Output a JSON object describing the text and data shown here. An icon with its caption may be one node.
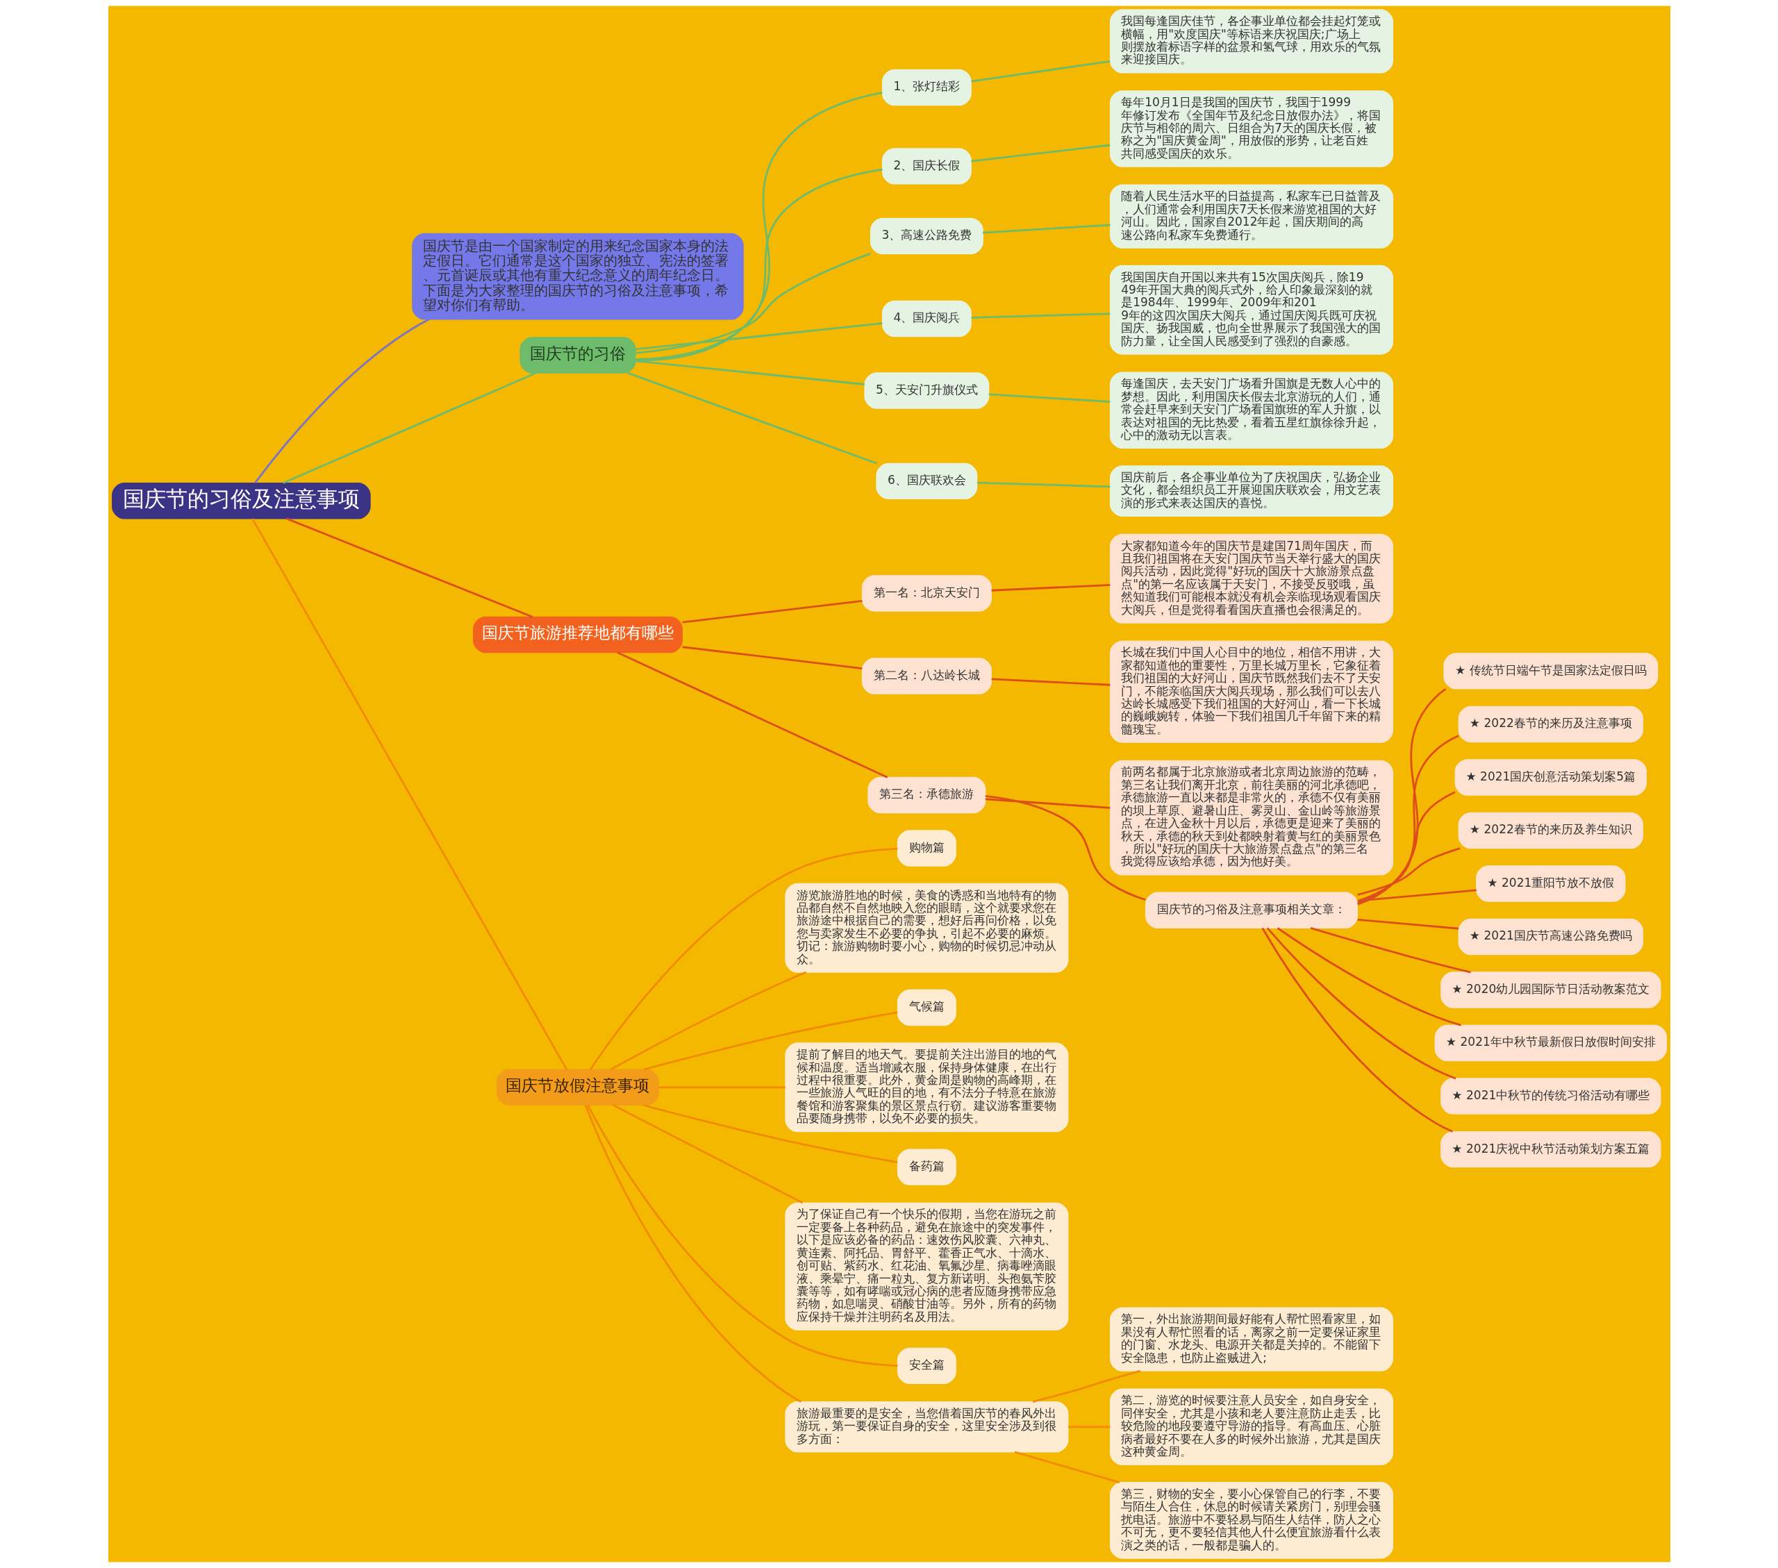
{
  "diagram": {
    "nodes": [
      {
        "text": [
          "国庆节的习俗及注意事项"
        ]
      },
      {
        "text": [
          "国庆节是由一个国家制定的用来纪念国家本身的法定假日。它们通常是这个国家的独立、宪法的签署、元首诞辰或其他有重大纪念意义的周年纪念日。下面是为大家整理的国庆节的习俗及注意事项，希望对你们有帮助。"
        ]
      },
      {
        "text": [
          "国庆节的习俗"
        ]
      },
      {
        "text": [
          "1、张灯结彩"
        ]
      },
      {
        "text": [
          "我国每逢国庆佳节，各企事业单位都会挂起灯笼或横幅，用\"欢度国庆\"等标语来庆祝国庆;广场上则摆放着标语字样的盆景和氢气球，用欢乐的气氛来迎接国庆。"
        ]
      },
      {
        "text": [
          "2、国庆长假"
        ]
      },
      {
        "text": [
          "每年10月1日是我国的国庆节，我国于1999年修订发布《全国年节及纪念日放假办法》，将国庆节与相邻的周六、日组合为7天的国庆长假，被称之为\"国庆黄金周\"，用放假的形势，让老百姓共同感受国庆的欢乐。"
        ]
      },
      {
        "text": [
          "3、高速公路免费"
        ]
      },
      {
        "text": [
          "随着人民生活水平的日益提高，私家车已日益普及，人们通常会利用国庆7天长假来游览祖国的大好河山。因此，国家自2012年起，国庆期间的高速公路向私家车免费通行。"
        ]
      },
      {
        "text": [
          "4、国庆阅兵"
        ]
      },
      {
        "text": [
          "我国国庆自开国以来共有15次国庆阅兵，除1949年开国大典的阅兵式外，给人印象最深刻的就是1984年、1999年、2009年和2019年的这四次国庆大阅兵，通过国庆阅兵既可庆祝国庆、扬我国威，也向全世界展示了我国强大的国防力量，让全国人民感受到了强烈的自豪感。"
        ]
      },
      {
        "text": [
          "5、天安门升旗仪式"
        ]
      },
      {
        "text": [
          "每逢国庆，去天安门广场看升国旗是无数人心中的梦想。因此，利用国庆长假去北京游玩的人们，通常会赶早来到天安门广场看国旗班的军人升旗，以表达对祖国的无比热爱，看着五星红旗徐徐升起，心中的激动无以言表。"
        ]
      },
      {
        "text": [
          "6、国庆联欢会"
        ]
      },
      {
        "text": [
          "国庆前后，各企事业单位为了庆祝国庆，弘扬企业文化，都会组织员工开展迎国庆联欢会，用文艺表演的形式来表达国庆的喜悦。"
        ]
      },
      {
        "text": [
          "国庆节旅游推荐地都有哪些"
        ]
      },
      {
        "text": [
          "第一名：北京天安门"
        ]
      },
      {
        "text": [
          "大家都知道今年的国庆节是建国71周年国庆，而且我们祖国将在天安门国庆节当天举行盛大的国庆阅兵活动，因此觉得\"好玩的国庆十大旅游景点盘点\"的第一名应该属于天安门，不接受反驳哦，虽然知道我们可能根本就没有机会亲临现场观看国庆大阅兵，但是觉得看看国庆直播也会很满足的。"
        ]
      },
      {
        "text": [
          "第二名：八达岭长城"
        ]
      },
      {
        "text": [
          "长城在我们中国人心目中的地位，相信不用讲，大家都知道他的重要性，万里长城万里长，它象征着我们祖国的大好河山，国庆节既然我们去不了天安门，不能亲临国庆大阅兵现场，那么我们可以去八达岭长城感受下我们祖国的大好河山，看一下长城的巍峨婉转，体验一下我们祖国几千年留下来的精髓瑰宝。"
        ]
      },
      {
        "text": [
          "第三名：承德旅游"
        ]
      },
      {
        "text": [
          "前两名都属于北京旅游或者北京周边旅游的范畴，第三名让我们离开北京，前往美丽的河北承德吧，承德旅游一直以来都是非常火的，承德不仅有美丽的坝上草原、避暑山庄、雾灵山、金山岭等旅游景点，在进入金秋十月以后，承德更是迎来了美丽的秋天，承德的秋天到处都映射着黄与红的美丽景色，所以\"好玩的国庆十大旅游景点盘点\"的第三名我觉得应该给承德，因为他好美。"
        ]
      },
      {
        "text": [
          "国庆节的习俗及注意事项相关文章："
        ]
      },
      {
        "text": [
          "★ 传统节日端午节是国家法定假日吗"
        ]
      },
      {
        "text": [
          "★ 2022春节的来历及注意事项"
        ]
      },
      {
        "text": [
          "★ 2021国庆创意活动策划案5篇"
        ]
      },
      {
        "text": [
          "★ 2022春节的来历及养生知识"
        ]
      },
      {
        "text": [
          "★ 2021重阳节放不放假"
        ]
      },
      {
        "text": [
          "★ 2021国庆节高速公路免费吗"
        ]
      },
      {
        "text": [
          "★ 2020幼儿园国际节日活动教案范文"
        ]
      },
      {
        "text": [
          "★ 2021年中秋节最新假日放假时间安排"
        ]
      },
      {
        "text": [
          "★ 2021中秋节的传统习俗活动有哪些"
        ]
      },
      {
        "text": [
          "★ 2021庆祝中秋节活动策划方案五篇"
        ]
      },
      {
        "text": [
          "国庆节放假注意事项"
        ]
      },
      {
        "text": [
          "购物篇"
        ]
      },
      {
        "text": [
          "游览旅游胜地的时候，美食的诱惑和当地特有的物品都自然不自然地映入您的眼睛，这个就要求您在旅游途中根据自己的需要，想好后再问价格，以免您与卖家发生不必要的争执，引起不必要的麻烦。切记：旅游购物时要小心，购物的时候切忌冲动从众。"
        ]
      },
      {
        "text": [
          "气候篇"
        ]
      },
      {
        "text": [
          "提前了解目的地天气。要提前关注出游目的地的气候和温度。适当增减衣服，保持身体健康，在出行过程中很重要。此外，黄金周是购物的高峰期，在一些旅游人气旺的目的地，有不法分子特意在旅游餐馆和游客聚集的景区景点行窃。建议游客重要物品要随身携带，以免不必要的损失。"
        ]
      },
      {
        "text": [
          "备药篇"
        ]
      },
      {
        "text": [
          "为了保证自己有一个快乐的假期，当您在游玩之前一定要备上各种药品，避免在旅途中的突发事件，以下是应该必备的药品：速效伤风胶囊、六神丸、黄连素、阿托品、胃舒平、藿香正气水、十滴水、创可贴、紫药水、红花油、氧氟沙星、病毒唑滴眼液、乘晕宁、痛一粒丸、复方新诺明、头孢氨苄胶囊等等，如有哮喘或冠心病的患者应随身携带应急药物，如息喘灵、硝酸甘油等。另外，所有的药物应保持干燥并注明药名及用法。"
        ]
      },
      {
        "text": [
          "安全篇"
        ]
      },
      {
        "text": [
          "旅游最重要的是安全，当您借着国庆节的春风外出游玩，第一要保证自身的安全，这里安全涉及到很多方面："
        ]
      },
      {
        "text": [
          "第一，外出旅游期间最好能有人帮忙照看家里，如果没有人帮忙照看的话，离家之前一定要保证家里的门窗、水龙头、电源开关都是关掉的。不能留下安全隐患，也防止盗贼进入;"
        ]
      },
      {
        "text": [
          "第二，游览的时候要注意人员安全，如自身安全，同伴安全，尤其是小孩和老人要注意防止走丢，比较危险的地段要遵守导游的指导。有高血压、心脏病者最好不要在人多的时候外出旅游，尤其是国庆这种黄金周。"
        ]
      },
      {
        "text": [
          "第三，财物的安全，要小心保管自己的行李，不要与陌生人合住，休息的时候请关紧房门，别理会骚扰电话。旅游中不要轻易与陌生人结伴，防人之心不可无，更不要轻信其他人什么便宜旅游看什么表演之类的话，一般都是骗人的。"
        ]
      }
    ],
    "edges": [
      {
        "from": 0,
        "to": 1,
        "arrow": "none",
        "color": "#7a74c9"
      },
      {
        "from": 0,
        "to": 2,
        "arrow": "none",
        "color": "#6dbb6b"
      },
      {
        "from": 2,
        "to": 3,
        "arrow": "none",
        "color": "#6dbb6b"
      },
      {
        "from": 3,
        "to": 4,
        "arrow": "none",
        "color": "#6dbb6b"
      },
      {
        "from": 2,
        "to": 5,
        "arrow": "none",
        "color": "#6dbb6b"
      },
      {
        "from": 5,
        "to": 6,
        "arrow": "none",
        "color": "#6dbb6b"
      },
      {
        "from": 2,
        "to": 7,
        "arrow": "none",
        "color": "#6dbb6b"
      },
      {
        "from": 7,
        "to": 8,
        "arrow": "none",
        "color": "#6dbb6b"
      },
      {
        "from": 2,
        "to": 9,
        "arrow": "none",
        "color": "#6dbb6b"
      },
      {
        "from": 9,
        "to": 10,
        "arrow": "none",
        "color": "#6dbb6b"
      },
      {
        "from": 2,
        "to": 11,
        "arrow": "none",
        "color": "#6dbb6b"
      },
      {
        "from": 11,
        "to": 12,
        "arrow": "none",
        "color": "#6dbb6b"
      },
      {
        "from": 2,
        "to": 13,
        "arrow": "none",
        "color": "#6dbb6b"
      },
      {
        "from": 13,
        "to": 14,
        "arrow": "none",
        "color": "#6dbb6b"
      },
      {
        "from": 0,
        "to": 15,
        "arrow": "none"
      },
      {
        "from": 15,
        "to": 16,
        "arrow": "none"
      },
      {
        "from": 16,
        "to": 17,
        "arrow": "none"
      },
      {
        "from": 15,
        "to": 18,
        "arrow": "none"
      },
      {
        "from": 18,
        "to": 19,
        "arrow": "none"
      },
      {
        "from": 15,
        "to": 20,
        "arrow": "none"
      },
      {
        "from": 20,
        "to": 21,
        "arrow": "none"
      },
      {
        "from": 20,
        "to": 22,
        "arrow": "none"
      },
      {
        "from": 22,
        "to": 23,
        "arrow": "none"
      },
      {
        "from": 22,
        "to": 24,
        "arrow": "none"
      },
      {
        "from": 22,
        "to": 25,
        "arrow": "none"
      },
      {
        "from": 22,
        "to": 26,
        "arrow": "none"
      },
      {
        "from": 22,
        "to": 27,
        "arrow": "none"
      },
      {
        "from": 22,
        "to": 28,
        "arrow": "none"
      },
      {
        "from": 22,
        "to": 29,
        "arrow": "none"
      },
      {
        "from": 22,
        "to": 30,
        "arrow": "none"
      },
      {
        "from": 22,
        "to": 31,
        "arrow": "none"
      },
      {
        "from": 22,
        "to": 32,
        "arrow": "none"
      },
      {
        "from": 0,
        "to": 33,
        "arrow": "none",
        "color": "#f08c00"
      },
      {
        "from": 33,
        "to": 34,
        "arrow": "none",
        "color": "#f08c00"
      },
      {
        "from": 33,
        "to": 35,
        "arrow": "none",
        "color": "#f08c00"
      },
      {
        "from": 33,
        "to": 36,
        "arrow": "none",
        "color": "#f08c00"
      },
      {
        "from": 33,
        "to": 37,
        "arrow": "none",
        "color": "#f08c00"
      },
      {
        "from": 33,
        "to": 38,
        "arrow": "none",
        "color": "#f08c00"
      },
      {
        "from": 33,
        "to": 39,
        "arrow": "none",
        "color": "#f08c00"
      },
      {
        "from": 33,
        "to": 40,
        "arrow": "none",
        "color": "#f08c00"
      },
      {
        "from": 33,
        "to": 41,
        "arrow": "none",
        "color": "#f08c00"
      },
      {
        "from": 41,
        "to": 42,
        "arrow": "none",
        "color": "#f08c00"
      },
      {
        "from": 41,
        "to": 43,
        "arrow": "none",
        "color": "#f08c00"
      },
      {
        "from": 41,
        "to": 44,
        "arrow": "none",
        "color": "#f08c00"
      }
    ]
  }
}
